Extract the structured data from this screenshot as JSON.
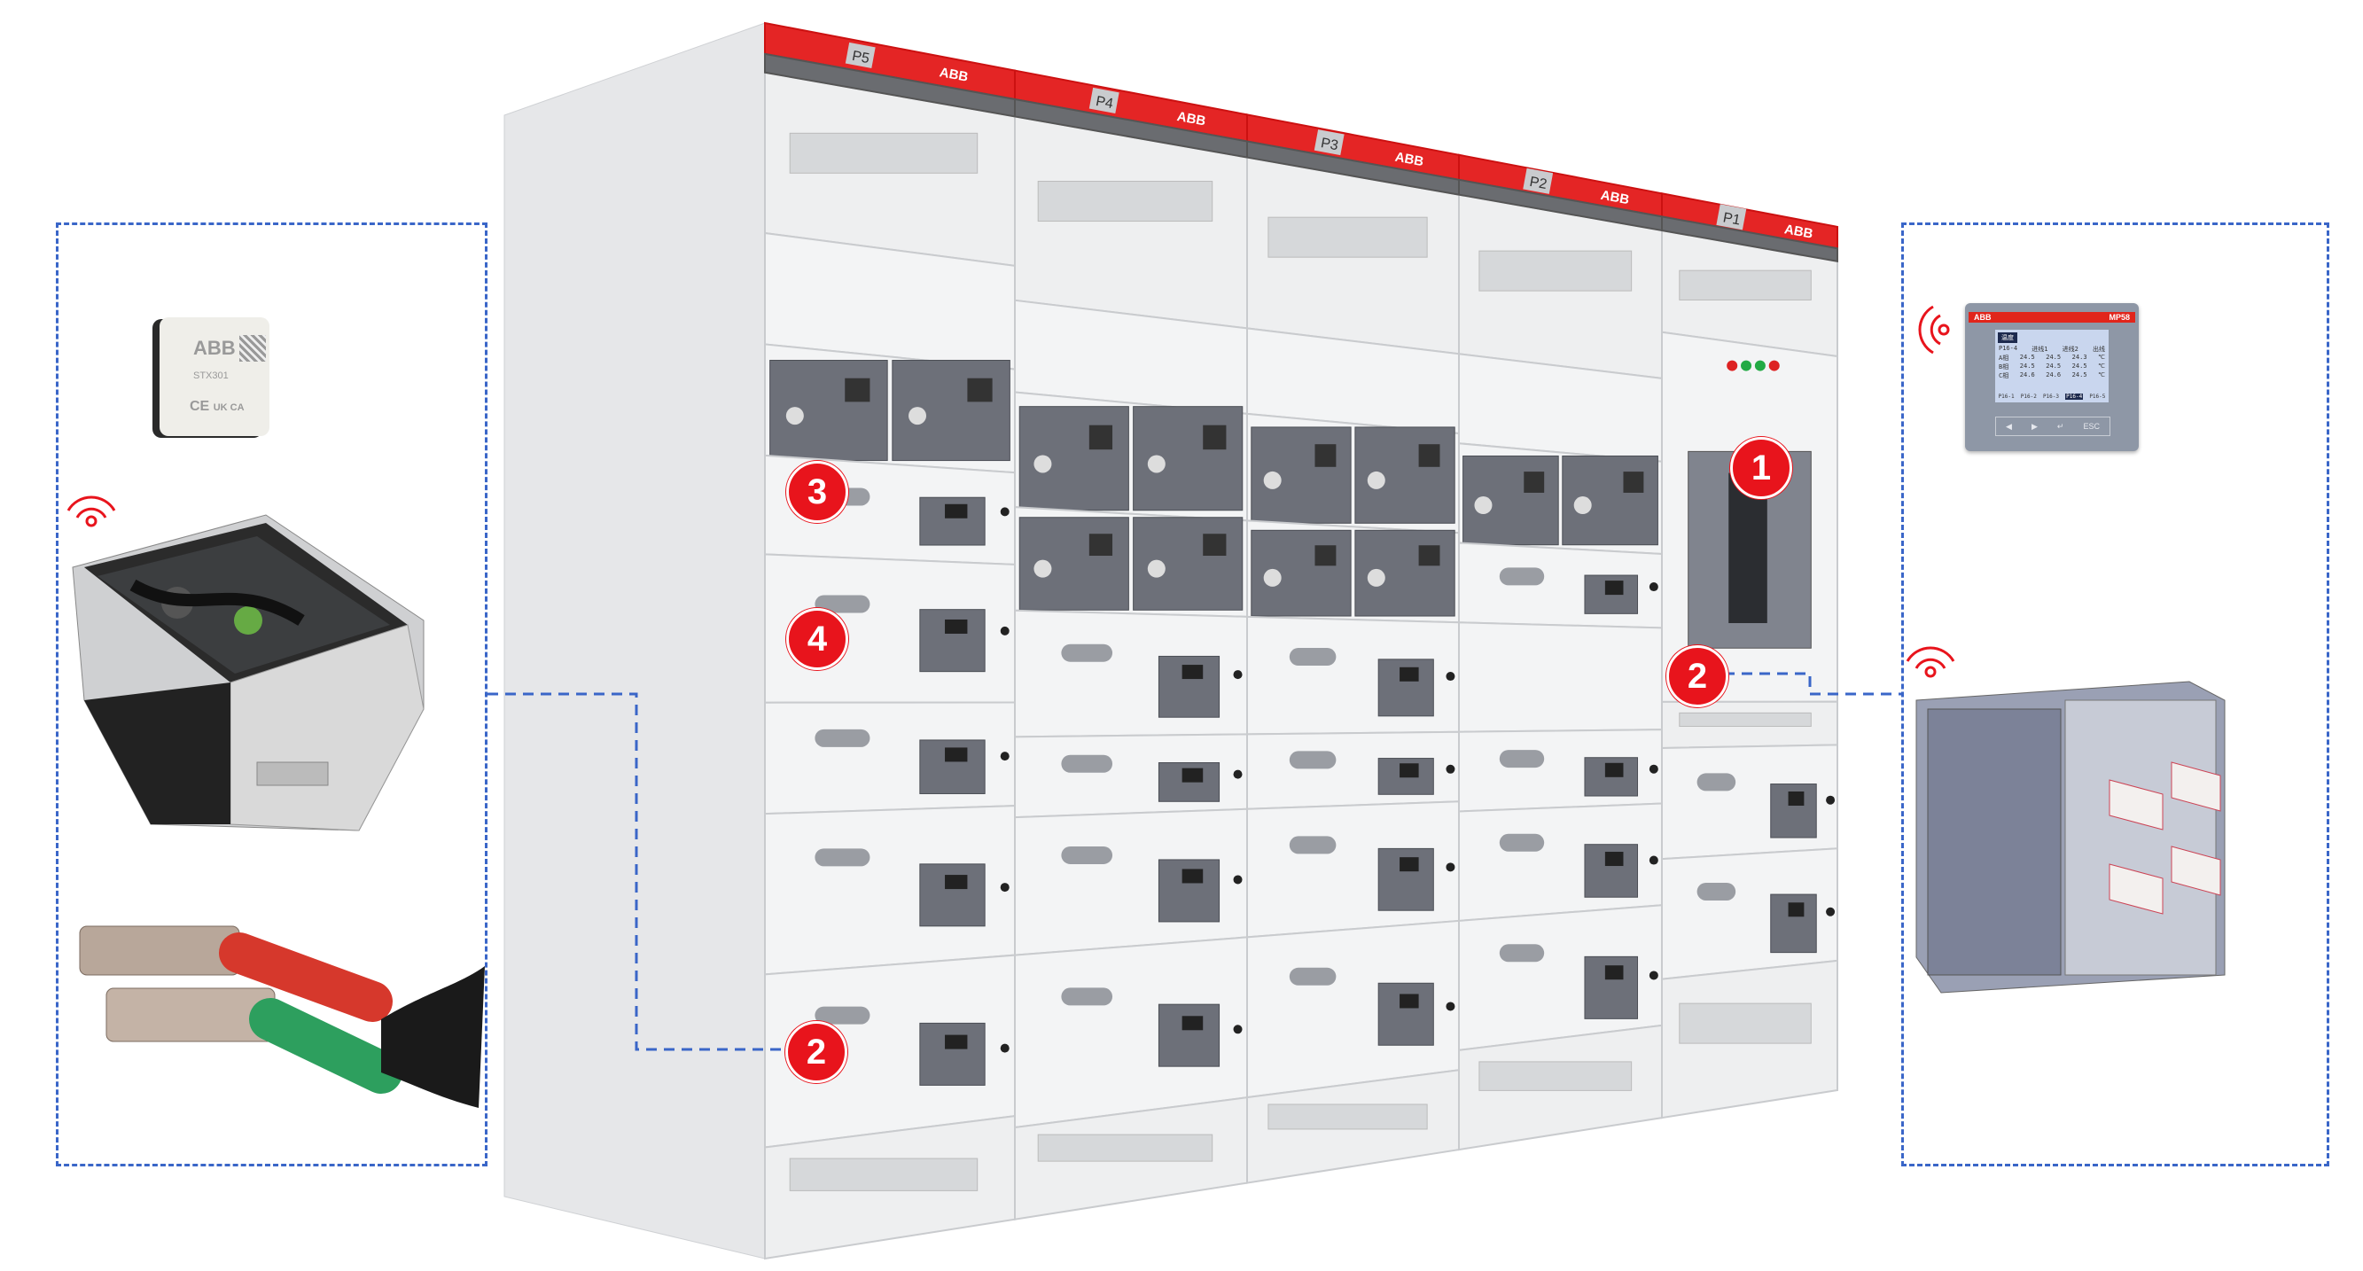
{
  "colors": {
    "accent": "#e8141c",
    "dashed_line": "#3a66c8",
    "brand_red": "#e1251b"
  },
  "cabinet": {
    "brand": "ABB",
    "panels": [
      {
        "label": "P5",
        "brand": "ABB"
      },
      {
        "label": "P4",
        "brand": "ABB"
      },
      {
        "label": "P3",
        "brand": "ABB"
      },
      {
        "label": "P2",
        "brand": "ABB"
      },
      {
        "label": "P1",
        "brand": "ABB"
      }
    ]
  },
  "callouts": [
    "1",
    "2",
    "3",
    "4",
    "2"
  ],
  "sensor": {
    "brand": "ABB",
    "model": "STX301",
    "cert_1": "CE",
    "cert_2": "UK CA"
  },
  "display": {
    "brand": "ABB",
    "model": "MP58",
    "header": "温度",
    "columns": [
      "P16-4",
      "进线1",
      "进线2",
      "出线"
    ],
    "rows": [
      {
        "phase": "A相",
        "v1": "24.5",
        "v2": "24.5",
        "v3": "24.3",
        "unit": "℃"
      },
      {
        "phase": "B相",
        "v1": "24.5",
        "v2": "24.5",
        "v3": "24.5",
        "unit": "℃"
      },
      {
        "phase": "C相",
        "v1": "24.6",
        "v2": "24.6",
        "v3": "24.5",
        "unit": "℃"
      }
    ],
    "tabs": [
      "P16-1",
      "P16-2",
      "P16-3",
      "P16-4",
      "P16-5"
    ],
    "selected_tab": "P16-4",
    "keys": [
      "◀",
      "▶",
      "↵",
      "ESC"
    ]
  },
  "icons": [
    "wireless-signal-icon",
    "wireless-signal-icon",
    "wireless-signal-icon"
  ]
}
